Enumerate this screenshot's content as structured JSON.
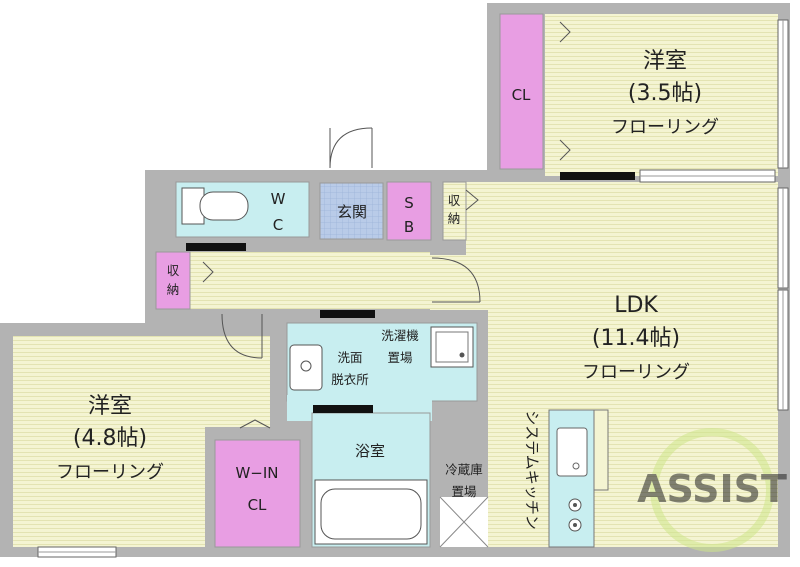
{
  "rooms": {
    "western_room_1": {
      "name": "洋室",
      "size": "(3.5帖)",
      "floor": "フローリング"
    },
    "western_room_2": {
      "name": "洋室",
      "size": "(4.8帖)",
      "floor": "フローリング"
    },
    "ldk": {
      "name": "LDK",
      "size": "(11.4帖)",
      "floor": "フローリング"
    },
    "closet": "CL",
    "walk_in_closet": {
      "line1": "W−IN",
      "line2": "CL"
    },
    "toilet": {
      "line1": "W",
      "line2": "C"
    },
    "entrance": "玄関",
    "shoe_box": {
      "line1": "S",
      "line2": "B"
    },
    "storage_1": {
      "line1": "収",
      "line2": "納"
    },
    "storage_2": {
      "line1": "収",
      "line2": "納"
    },
    "washroom": {
      "line1": "洗面",
      "line2": "脱衣所"
    },
    "laundry": {
      "line1": "洗濯機",
      "line2": "置場"
    },
    "bath": "浴室",
    "fridge": {
      "line1": "冷蔵庫",
      "line2": "置場"
    },
    "kitchen": "システムキッチン"
  },
  "watermark": "ASSIST",
  "colors": {
    "wall": "#b3b3b3",
    "floor": "#f2f2cc",
    "closet": "#e89ee3",
    "wet_area": "#c8eef0",
    "entrance": "#b9cbe8",
    "watermark": "#cfe68a"
  }
}
